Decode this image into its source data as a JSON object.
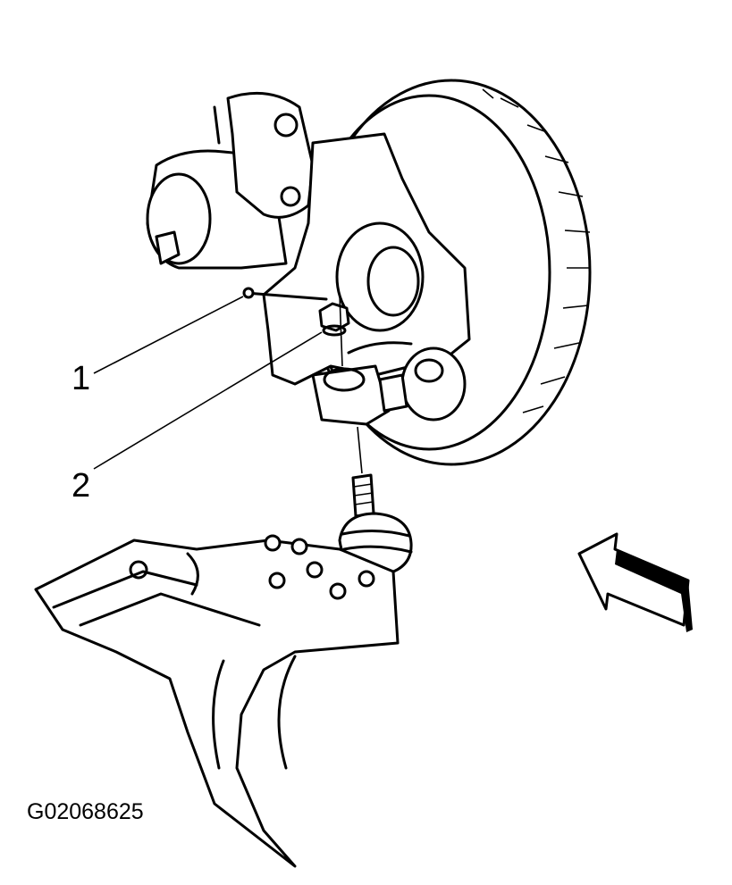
{
  "callouts": [
    {
      "id": "1",
      "label": "1"
    },
    {
      "id": "2",
      "label": "2"
    }
  ],
  "figure_id": "G02068625",
  "colors": {
    "ink": "#000000",
    "paper": "#ffffff"
  },
  "icons": [
    "view-direction-arrow-icon"
  ]
}
